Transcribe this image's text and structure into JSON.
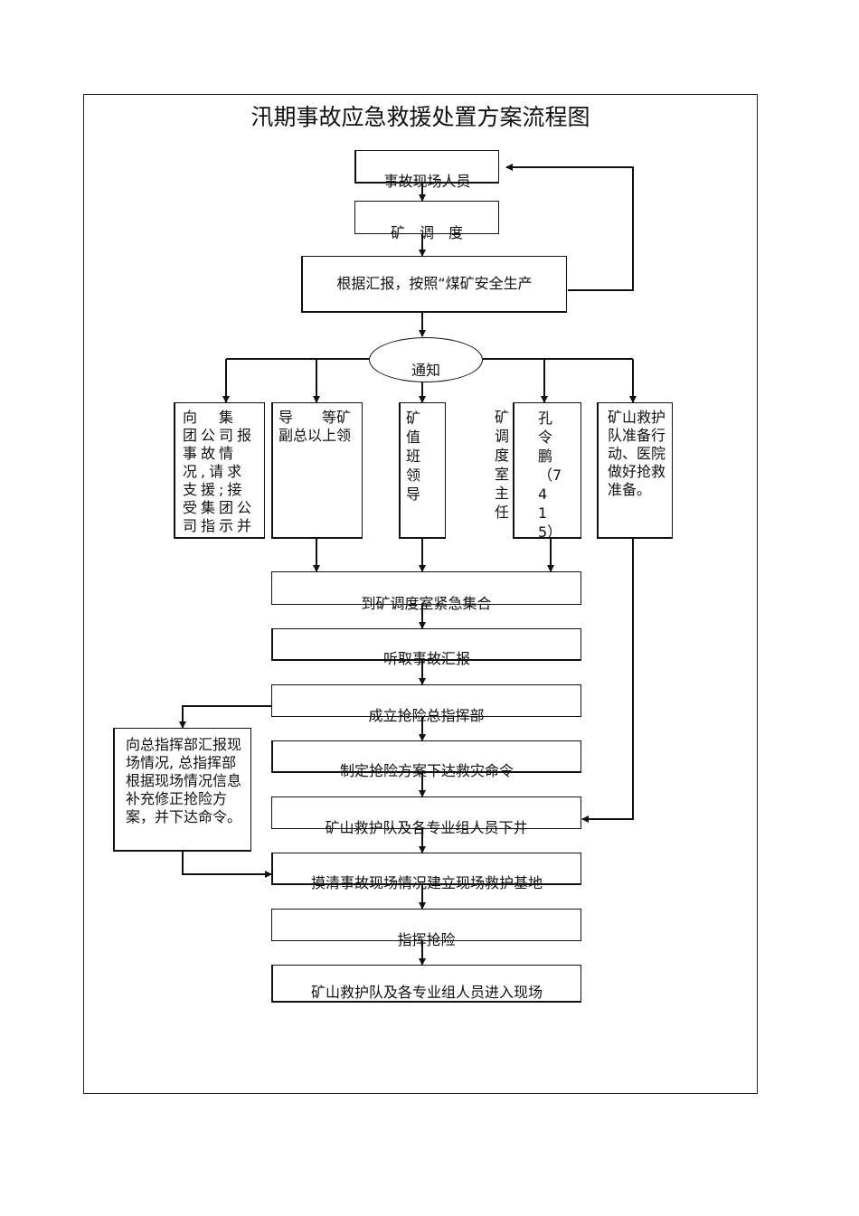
{
  "title": "汛期事故应急救援处置方案流程图",
  "nodes": {
    "on_site_staff": "事故现场人员",
    "mine_dispatch": "矿　调　度",
    "report_basis": "根据汇报，按照“煤矿安全生产",
    "notify": "通知",
    "group_report": "向　集　团公司报事故情况,请求支援;接受集团公司指示并",
    "deputy_leaders": "导　　等矿副总以上领",
    "duty_leader": "矿值班领导",
    "dispatch_director": "矿调度室主任",
    "kong_lingpeng": "孔令鹏（7415）",
    "rescue_team_prep": "矿山救护队准备行动、医院做好抢救准备。",
    "assemble": "到矿调度室紧急集合",
    "hear_report": "听取事故汇报",
    "form_hq": "成立抢险总指挥部",
    "issue_plan": "制定抢险方案下达救灾命令",
    "descend": "矿山救护队及各专业组人员下井",
    "survey_base": "摸清事故现场情况建立现场救护基地",
    "command": "指挥抢险",
    "enter_site": "矿山救护队及各专业组人员进入现场",
    "feedback_loop": "向总指挥部汇报现场情况, 总指挥部根据现场情况信息补充修正抢险方案，并下达命令。"
  }
}
